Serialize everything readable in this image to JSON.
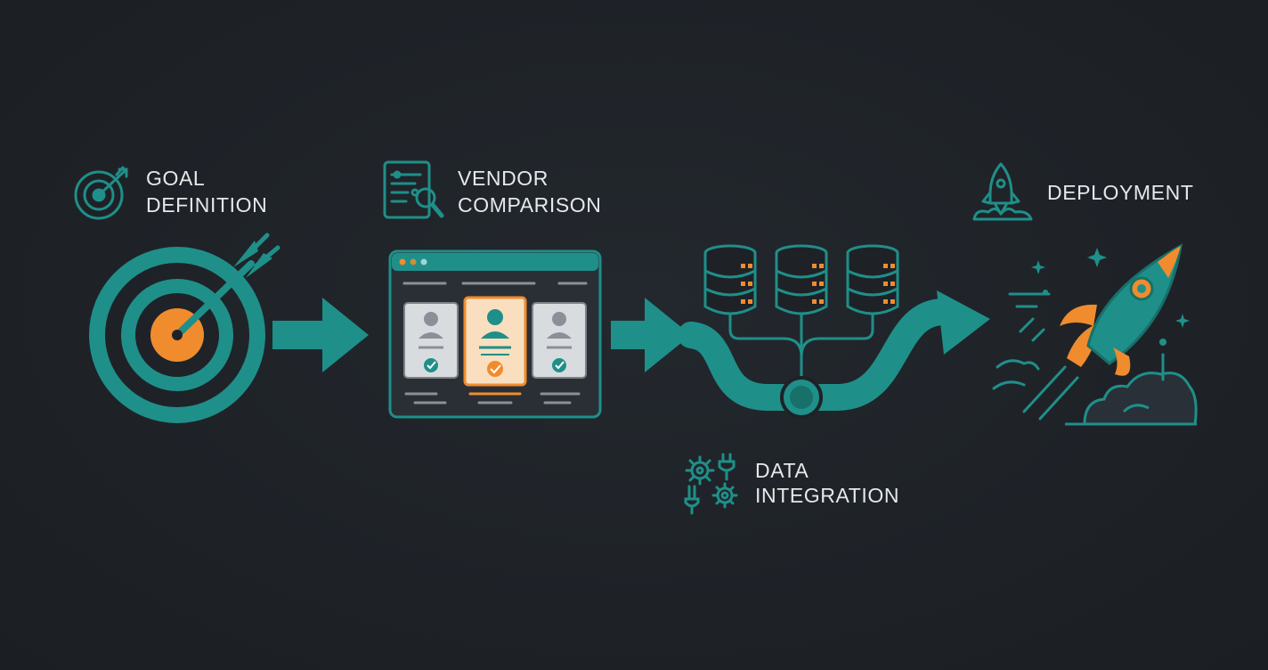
{
  "steps": [
    {
      "id": "goal",
      "line1": "GOAL",
      "line2": "DEFINITION",
      "icon": "target-icon"
    },
    {
      "id": "vendor",
      "line1": "VENDOR",
      "line2": "COMPARISON",
      "icon": "document-search-icon"
    },
    {
      "id": "data",
      "line1": "DATA",
      "line2": "INTEGRATION",
      "icon": "gears-plug-icon"
    },
    {
      "id": "deploy",
      "line1": "DEPLOYMENT",
      "icon": "rocket-icon"
    }
  ],
  "colors": {
    "background": "#1e2227",
    "teal": "#1f8f89",
    "teal_light": "#2aa39b",
    "orange": "#f08c2e",
    "text": "#e6e8ea",
    "card_grey": "#d9dcdf"
  }
}
